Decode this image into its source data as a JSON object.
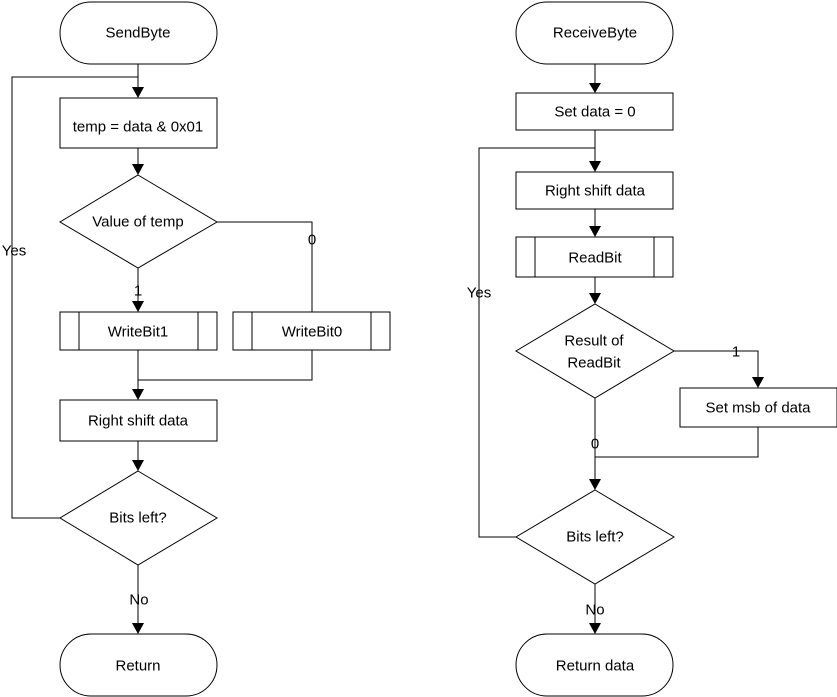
{
  "diagram": {
    "send": {
      "start": "SendByte",
      "step_mask": "temp = data & 0x01",
      "decision_temp": "Value of temp",
      "branch_one": "1",
      "branch_zero": "0",
      "call_write1": "WriteBit1",
      "call_write0": "WriteBit0",
      "step_shift": "Right shift data",
      "decision_bits": "Bits left?",
      "yes": "Yes",
      "no": "No",
      "end": "Return"
    },
    "receive": {
      "start": "ReceiveByte",
      "step_init": "Set data = 0",
      "step_shift": "Right shift data",
      "call_read": "ReadBit",
      "decision_result_line1": "Result of",
      "decision_result_line2": "ReadBit",
      "branch_one": "1",
      "branch_zero": "0",
      "step_set_msb": "Set msb of data",
      "decision_bits": "Bits left?",
      "yes": "Yes",
      "no": "No",
      "end": "Return data"
    }
  }
}
